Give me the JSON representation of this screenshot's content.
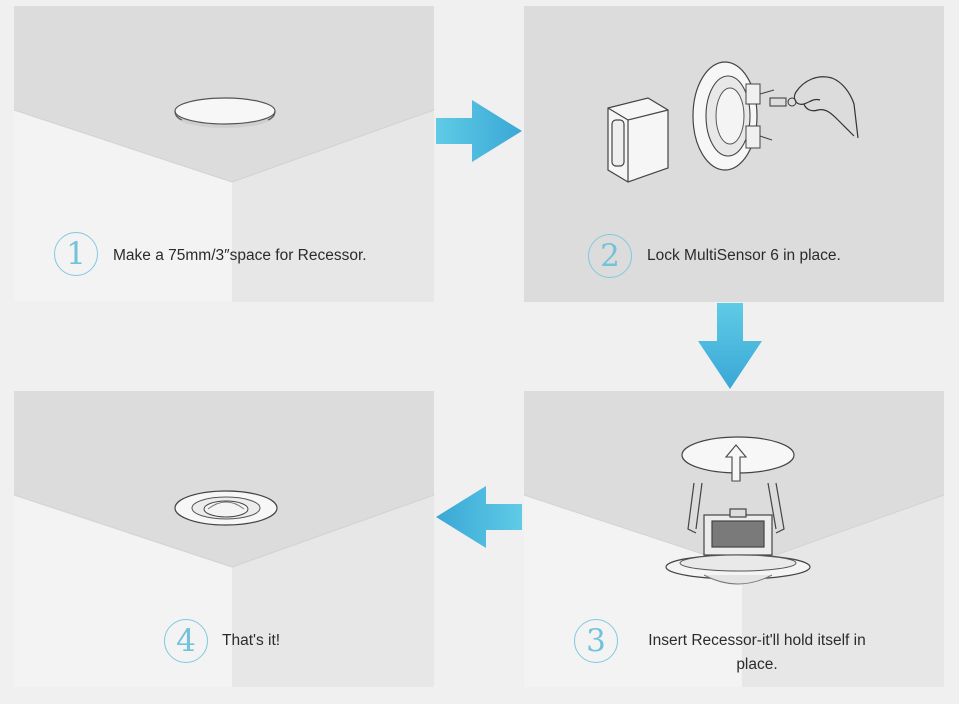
{
  "steps": [
    {
      "number": "1",
      "text": "Make a 75mm/3″space for Recessor."
    },
    {
      "number": "2",
      "text": "Lock MultiSensor 6 in place."
    },
    {
      "number": "3",
      "text": "Insert Recessor-it'll hold itself in place."
    },
    {
      "number": "4",
      "text": "That's it!"
    }
  ],
  "colors": {
    "accent": "#4cbfe0",
    "arrow_dark": "#3aa7d6",
    "circle": "#7fcadf",
    "ceiling": "#dcdcdc",
    "wall_left": "#f2f2f2",
    "wall_right": "#e6e6e6"
  }
}
